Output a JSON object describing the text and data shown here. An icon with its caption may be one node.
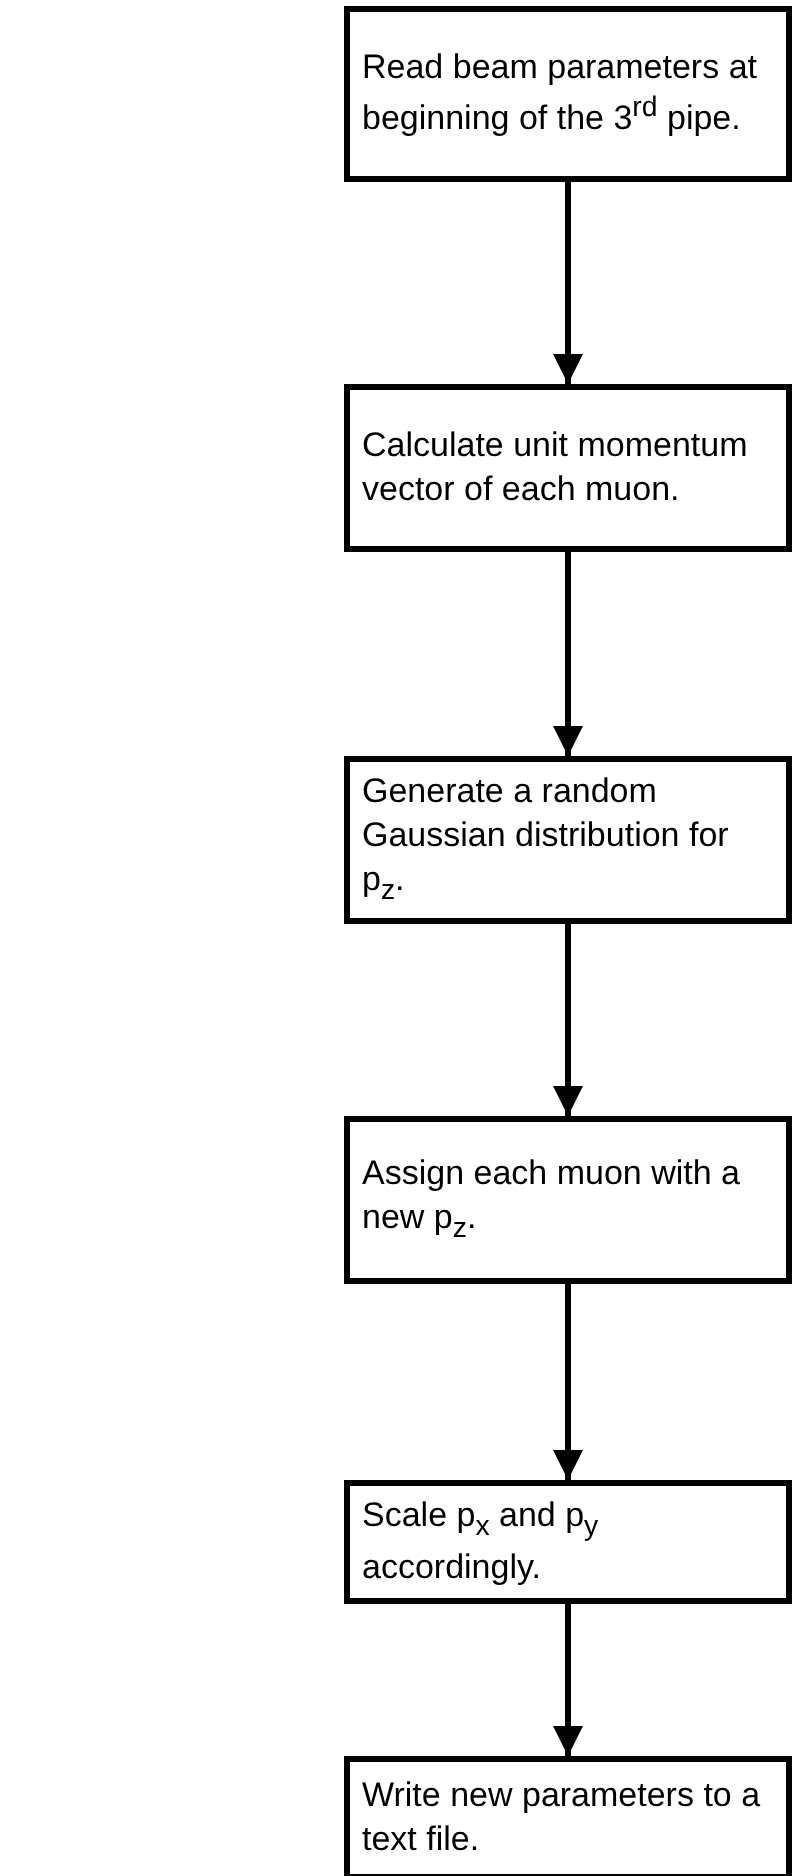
{
  "diagram": {
    "nodes": [
      {
        "text": [
          "Read beam parameters at beginning of the 3$^{rd}$ pipe."
        ]
      },
      {
        "text": [
          "Calculate unit momentum vector of each muon."
        ]
      },
      {
        "text": [
          "Generate a random Gaussian distribution for p$_{z}$."
        ]
      },
      {
        "text": [
          "Assign each muon with a new p$_{z}$."
        ]
      },
      {
        "text": [
          "Scale p$_{x}$ and p$_{y}$ accordingly."
        ]
      },
      {
        "text": [
          "Write new parameters to a text file."
        ]
      }
    ],
    "edges": [
      {
        "from": 0,
        "to": 1,
        "arrow": "to"
      },
      {
        "from": 1,
        "to": 2,
        "arrow": "to"
      },
      {
        "from": 2,
        "to": 3,
        "arrow": "to"
      },
      {
        "from": 3,
        "to": 4,
        "arrow": "to"
      },
      {
        "from": 4,
        "to": 5,
        "arrow": "to"
      }
    ]
  }
}
